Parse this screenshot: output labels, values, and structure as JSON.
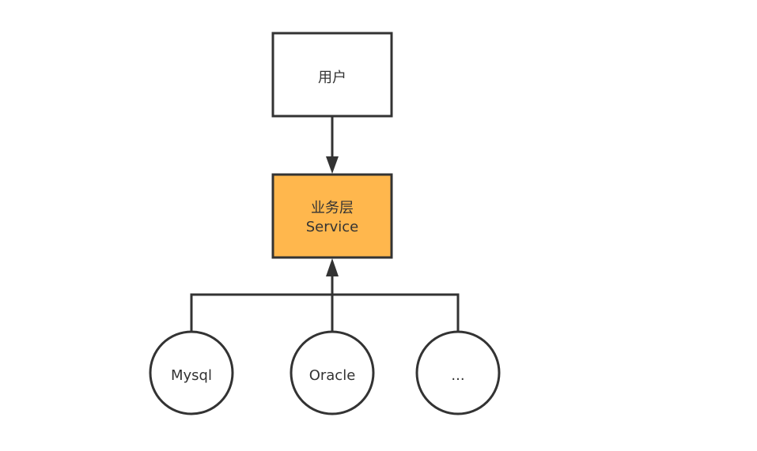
{
  "nodes": {
    "user": {
      "label": "用户"
    },
    "service": {
      "label_line1": "业务层",
      "label_line2": "Service"
    },
    "mysql": {
      "label": "Mysql"
    },
    "oracle": {
      "label": "Oracle"
    },
    "other": {
      "label": "..."
    }
  },
  "colors": {
    "stroke": "#333333",
    "service_fill": "#ffb74d",
    "node_fill": "#ffffff",
    "text": "#333333"
  }
}
